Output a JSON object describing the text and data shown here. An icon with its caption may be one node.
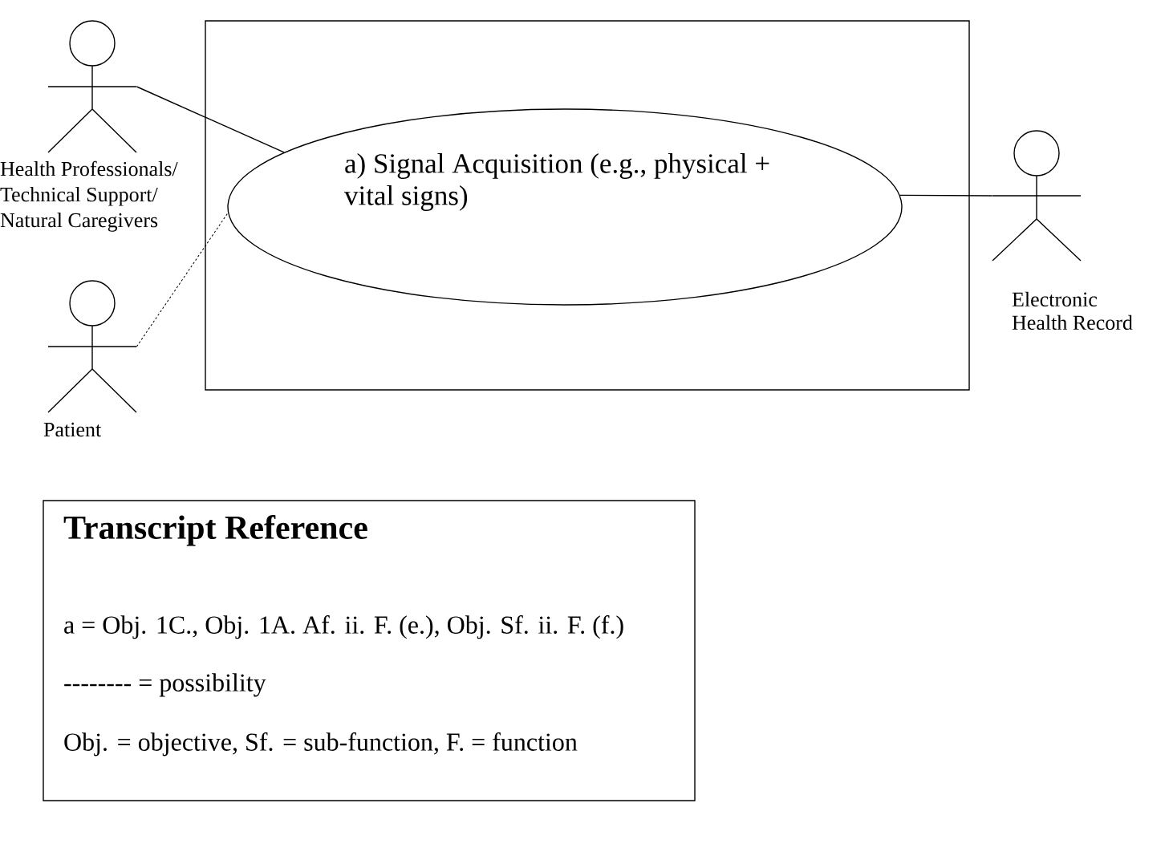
{
  "diagram": {
    "nodes": [
      {
        "text": [],
        "shape": "person",
        "beside": [
          "Health Professionals/ Technical Support/ Natural Caregivers"
        ]
      },
      {
        "text": [],
        "shape": "person",
        "beside": [
          "Patient"
        ]
      },
      {
        "text": [],
        "shape": "box"
      },
      {
        "text": [
          "a) Signal Acquisition (e.g., physical + vital signs)"
        ],
        "in": 2
      },
      {
        "text": [],
        "shape": "person",
        "beside": [
          "Electronic Health Record"
        ]
      },
      {
        "text": [
          "Transcript Reference",
          "a = Obj. 1C., Obj. 1A. Af. ii. F. (e.), Obj. Sf. ii. F. (f.)",
          "-------- = possibility",
          "Obj. = objective, Sf. = sub-function, F. = function"
        ]
      }
    ],
    "edges": [
      {
        "from": 0,
        "to": 3,
        "arrow": "none"
      },
      {
        "from": 1,
        "to": 3,
        "arrow": "none",
        "style": "dashed"
      },
      {
        "from": 3,
        "to": 4,
        "arrow": "none"
      }
    ]
  }
}
